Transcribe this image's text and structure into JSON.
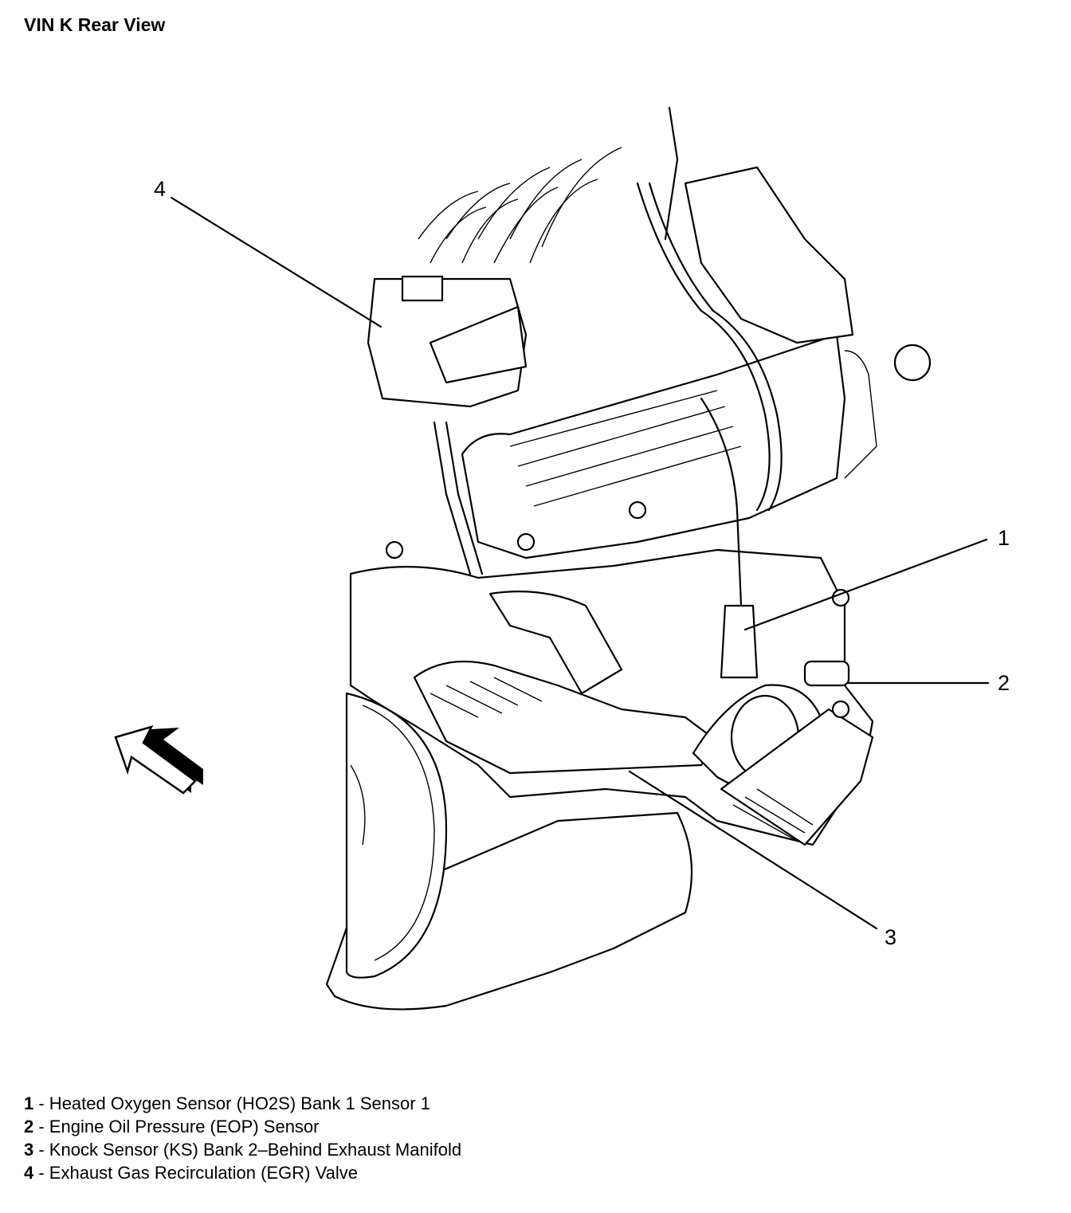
{
  "title": "VIN K Rear View",
  "callouts": {
    "c1": "1",
    "c2": "2",
    "c3": "3",
    "c4": "4"
  },
  "legend": [
    {
      "num": "1",
      "text": " - Heated Oxygen Sensor (HO2S) Bank 1 Sensor 1"
    },
    {
      "num": "2",
      "text": " - Engine Oil Pressure (EOP) Sensor"
    },
    {
      "num": "3",
      "text": " - Knock Sensor (KS) Bank 2–Behind Exhaust Manifold"
    },
    {
      "num": "4",
      "text": " - Exhaust Gas Recirculation (EGR) Valve"
    }
  ],
  "icons": {
    "view_arrow": "view-direction-arrow-icon"
  }
}
